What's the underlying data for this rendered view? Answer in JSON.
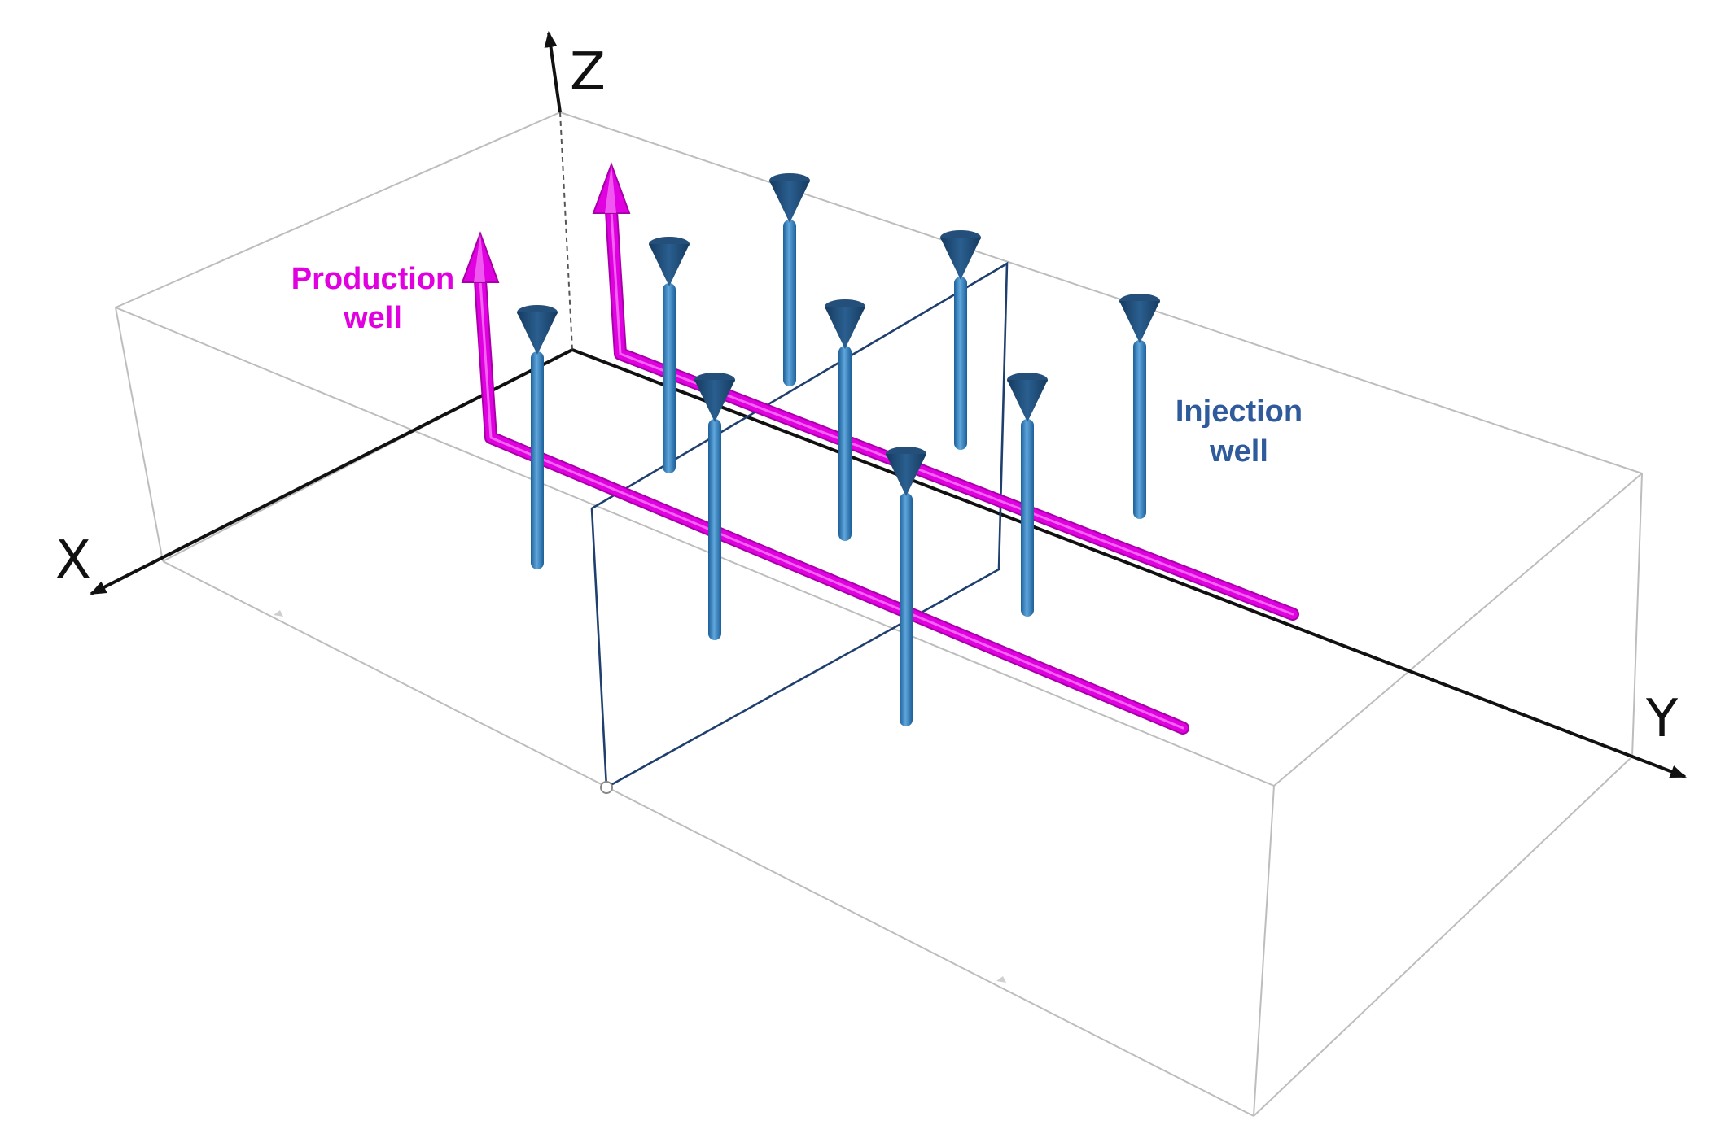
{
  "axes": {
    "x": "X",
    "y": "Y",
    "z": "Z"
  },
  "labels": {
    "production_line1": "Production",
    "production_line2": "well",
    "injection_line1": "Injection",
    "injection_line2": "well"
  },
  "colors": {
    "production": "#e000e0",
    "production_light": "#f67cf6",
    "production_dark": "#a800a8",
    "injection_pipe": "#2f7fc0",
    "injection_pipe_light": "#5ea6dc",
    "injection_cone": "#1f4c78",
    "injection_label": "#2f5b9c"
  },
  "wells": {
    "production_count": 2,
    "injection_count": 9
  }
}
